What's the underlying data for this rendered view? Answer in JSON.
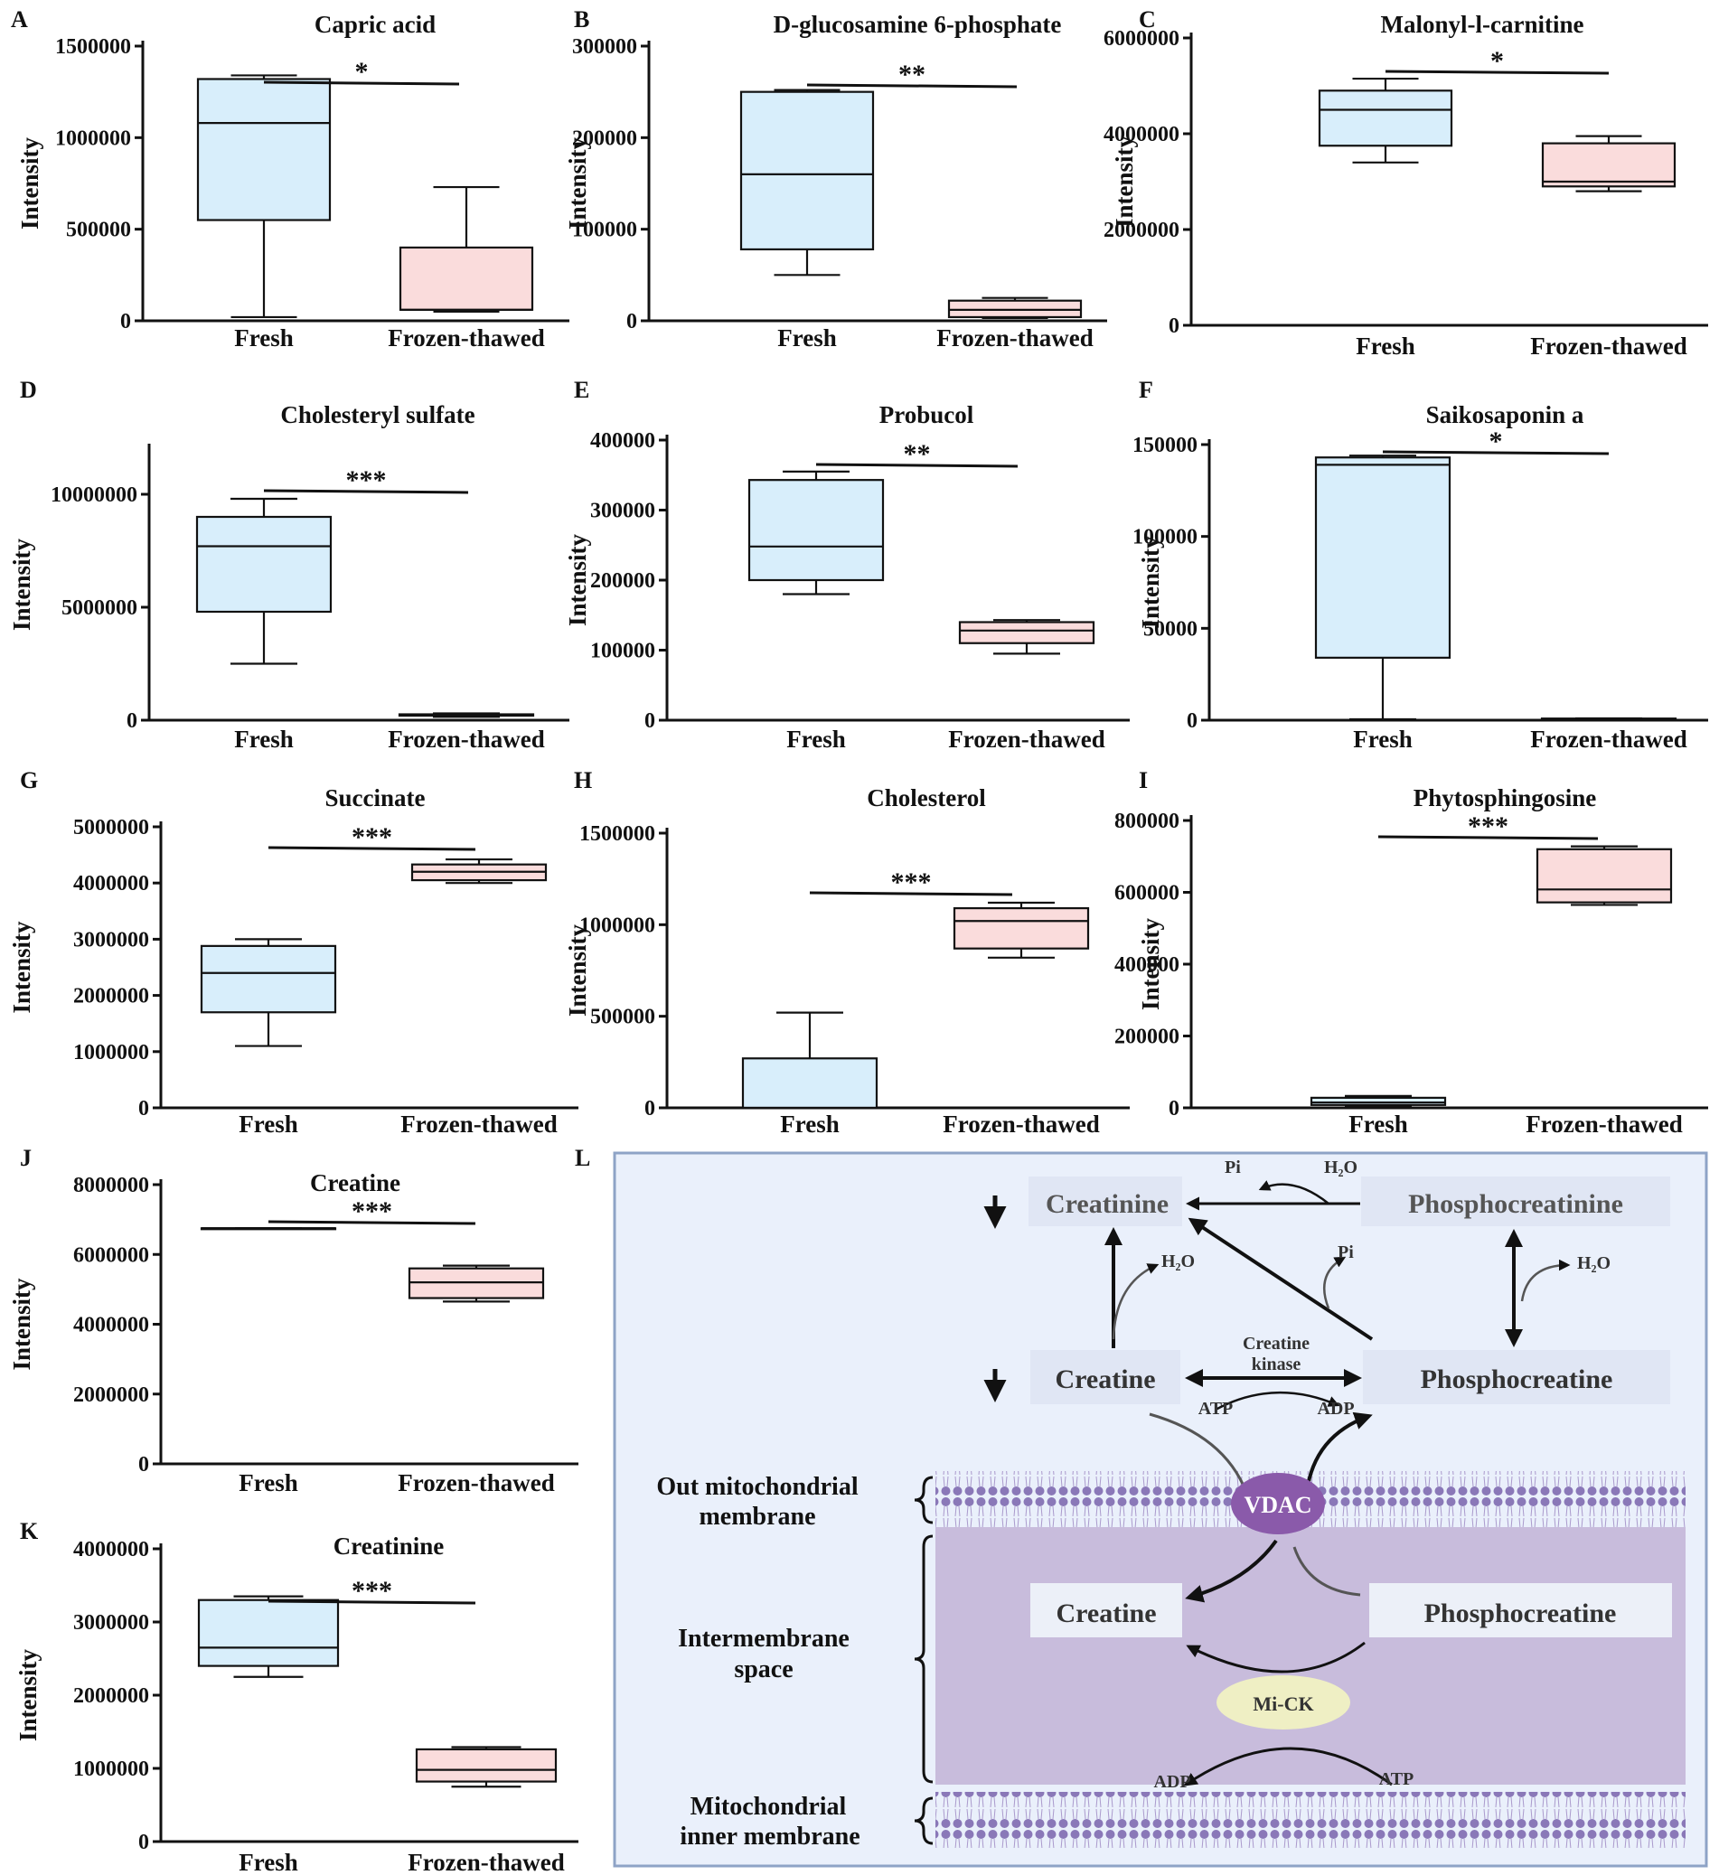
{
  "chart_data": [
    {
      "label": "A",
      "type": "box",
      "title": "Capric acid",
      "ylabel": "Intensity",
      "ylim": [
        0,
        1500000
      ],
      "yticks": [
        0,
        500000,
        1000000,
        1500000
      ],
      "categories": [
        "Fresh",
        "Frozen-thawed"
      ],
      "significance": "*",
      "boxes": [
        {
          "category": "Fresh",
          "min": 20000,
          "q1": 550000,
          "median": 1080000,
          "q3": 1320000,
          "max": 1340000,
          "color": "#d8eefb"
        },
        {
          "category": "Frozen-thawed",
          "min": 50000,
          "q1": 60000,
          "median": 60000,
          "q3": 400000,
          "max": 730000,
          "color": "#fadcdc"
        }
      ]
    },
    {
      "label": "B",
      "type": "box",
      "title": "D-glucosamine 6-phosphate",
      "ylabel": "Intensity",
      "ylim": [
        0,
        300000
      ],
      "yticks": [
        0,
        100000,
        200000,
        300000
      ],
      "categories": [
        "Fresh",
        "Frozen-thawed"
      ],
      "significance": "**",
      "boxes": [
        {
          "category": "Fresh",
          "min": 50000,
          "q1": 78000,
          "median": 160000,
          "q3": 250000,
          "max": 252000,
          "color": "#d8eefb"
        },
        {
          "category": "Frozen-thawed",
          "min": 3000,
          "q1": 4000,
          "median": 12000,
          "q3": 22000,
          "max": 25000,
          "color": "#fadcdc"
        }
      ]
    },
    {
      "label": "C",
      "type": "box",
      "title": "Malonyl-l-carnitine",
      "ylabel": "Intensity",
      "ylim": [
        0,
        6000000
      ],
      "yticks": [
        0,
        2000000,
        4000000,
        6000000
      ],
      "categories": [
        "Fresh",
        "Frozen-thawed"
      ],
      "significance": "*",
      "boxes": [
        {
          "category": "Fresh",
          "min": 3400000,
          "q1": 3750000,
          "median": 4500000,
          "q3": 4900000,
          "max": 5150000,
          "color": "#d8eefb"
        },
        {
          "category": "Frozen-thawed",
          "min": 2800000,
          "q1": 2900000,
          "median": 3000000,
          "q3": 3800000,
          "max": 3950000,
          "color": "#fadcdc"
        }
      ]
    },
    {
      "label": "D",
      "type": "box",
      "title": "Cholesteryl sulfate",
      "ylabel": "Intensity",
      "ylim": [
        0,
        12000000
      ],
      "yticks": [
        0,
        5000000,
        10000000
      ],
      "categories": [
        "Fresh",
        "Frozen-thawed"
      ],
      "significance": "***",
      "boxes": [
        {
          "category": "Fresh",
          "min": 2500000,
          "q1": 4800000,
          "median": 7700000,
          "q3": 9000000,
          "max": 9800000,
          "color": "#d8eefb"
        },
        {
          "category": "Frozen-thawed",
          "min": 150000,
          "q1": 200000,
          "median": 230000,
          "q3": 260000,
          "max": 300000,
          "color": "#fadcdc"
        }
      ]
    },
    {
      "label": "E",
      "type": "box",
      "title": "Probucol",
      "ylabel": "Intensity",
      "ylim": [
        0,
        400000
      ],
      "yticks": [
        0,
        100000,
        200000,
        300000,
        400000
      ],
      "categories": [
        "Fresh",
        "Frozen-thawed"
      ],
      "significance": "**",
      "boxes": [
        {
          "category": "Fresh",
          "min": 180000,
          "q1": 200000,
          "median": 248000,
          "q3": 343000,
          "max": 355000,
          "color": "#d8eefb"
        },
        {
          "category": "Frozen-thawed",
          "min": 95000,
          "q1": 110000,
          "median": 128000,
          "q3": 140000,
          "max": 143000,
          "color": "#fadcdc"
        }
      ]
    },
    {
      "label": "F",
      "type": "box",
      "title": "Saikosaponin a",
      "ylabel": "Intensity",
      "ylim": [
        0,
        150000
      ],
      "yticks": [
        0,
        50000,
        100000,
        150000
      ],
      "categories": [
        "Fresh",
        "Frozen-thawed"
      ],
      "significance": "*",
      "boxes": [
        {
          "category": "Fresh",
          "min": 500,
          "q1": 34000,
          "median": 139000,
          "q3": 143000,
          "max": 144000,
          "color": "#d8eefb"
        },
        {
          "category": "Frozen-thawed",
          "min": 300,
          "q1": 500,
          "median": 700,
          "q3": 900,
          "max": 1000,
          "color": "#fadcdc"
        }
      ]
    },
    {
      "label": "G",
      "type": "box",
      "title": "Succinate",
      "ylabel": "Intensity",
      "ylim": [
        0,
        5000000
      ],
      "yticks": [
        0,
        1000000,
        2000000,
        3000000,
        4000000,
        5000000
      ],
      "categories": [
        "Fresh",
        "Frozen-thawed"
      ],
      "significance": "***",
      "boxes": [
        {
          "category": "Fresh",
          "min": 1100000,
          "q1": 1700000,
          "median": 2400000,
          "q3": 2880000,
          "max": 3000000,
          "color": "#d8eefb"
        },
        {
          "category": "Frozen-thawed",
          "min": 4000000,
          "q1": 4050000,
          "median": 4200000,
          "q3": 4330000,
          "max": 4420000,
          "color": "#fadcdc"
        }
      ]
    },
    {
      "label": "H",
      "type": "box",
      "title": "Cholesterol",
      "ylabel": "Intensity",
      "ylim": [
        0,
        1500000
      ],
      "yticks": [
        0,
        500000,
        1000000,
        1500000
      ],
      "categories": [
        "Fresh",
        "Frozen-thawed"
      ],
      "significance": "***",
      "boxes": [
        {
          "category": "Fresh",
          "min": 0,
          "q1": 0,
          "median": 0,
          "q3": 270000,
          "max": 520000,
          "color": "#d8eefb"
        },
        {
          "category": "Frozen-thawed",
          "min": 820000,
          "q1": 870000,
          "median": 1020000,
          "q3": 1090000,
          "max": 1120000,
          "color": "#fadcdc"
        }
      ]
    },
    {
      "label": "I",
      "type": "box",
      "title": "Phytosphingosine",
      "ylabel": "Intensity",
      "ylim": [
        0,
        800000
      ],
      "yticks": [
        0,
        200000,
        400000,
        600000,
        800000
      ],
      "categories": [
        "Fresh",
        "Frozen-thawed"
      ],
      "significance": "***",
      "boxes": [
        {
          "category": "Fresh",
          "min": 5000,
          "q1": 8000,
          "median": 15000,
          "q3": 28000,
          "max": 33000,
          "color": "#d8eefb"
        },
        {
          "category": "Frozen-thawed",
          "min": 565000,
          "q1": 572000,
          "median": 608000,
          "q3": 720000,
          "max": 728000,
          "color": "#fadcdc"
        }
      ]
    },
    {
      "label": "J",
      "type": "box",
      "title": "Creatine",
      "ylabel": "Intensity",
      "ylim": [
        0,
        8000000
      ],
      "yticks": [
        0,
        2000000,
        4000000,
        6000000,
        8000000
      ],
      "categories": [
        "Fresh",
        "Frozen-thawed"
      ],
      "significance": "***",
      "boxes": [
        {
          "category": "Fresh",
          "min": 6750000,
          "q1": 6750000,
          "median": 6750000,
          "q3": 6750000,
          "max": 6750000,
          "color": "#d8eefb"
        },
        {
          "category": "Frozen-thawed",
          "min": 4650000,
          "q1": 4750000,
          "median": 5200000,
          "q3": 5600000,
          "max": 5680000,
          "color": "#fadcdc"
        }
      ]
    },
    {
      "label": "K",
      "type": "box",
      "title": "Creatinine",
      "ylabel": "Intensity",
      "ylim": [
        0,
        4000000
      ],
      "yticks": [
        0,
        1000000,
        2000000,
        3000000,
        4000000
      ],
      "categories": [
        "Fresh",
        "Frozen-thawed"
      ],
      "significance": "***",
      "boxes": [
        {
          "category": "Fresh",
          "min": 2250000,
          "q1": 2400000,
          "median": 2650000,
          "q3": 3300000,
          "max": 3350000,
          "color": "#d8eefb"
        },
        {
          "category": "Frozen-thawed",
          "min": 750000,
          "q1": 820000,
          "median": 980000,
          "q3": 1260000,
          "max": 1290000,
          "color": "#fadcdc"
        }
      ]
    }
  ],
  "pathway": {
    "label": "L",
    "creatinine": "Creatinine",
    "phosphocreatinine": "Phosphocreatinine",
    "creatine_top": "Creatine",
    "phosphocreatine_top": "Phosphocreatine",
    "creatine_inner": "Creatine",
    "phosphocreatine_inner": "Phosphocreatine",
    "pi": "Pi",
    "h2o": "H₂O",
    "kinase_1": "Creatine",
    "kinase_2": "kinase",
    "atp": "ATP",
    "adp": "ADP",
    "vdac": "VDAC",
    "mick": "Mi-CK",
    "outer_membrane_1": "Out mitochondrial",
    "outer_membrane_2": "membrane",
    "intermembrane_1": "Intermembrane",
    "intermembrane_2": "space",
    "inner_membrane_1": "Mitochondrial",
    "inner_membrane_2": "inner membrane",
    "colors": {
      "panel_bg": "#eaf0fb",
      "panel_border": "#8ea3c6",
      "space": "#c8bcdc",
      "lipid": "#8a78b8",
      "vdac": "#8a5aaa",
      "mick": "#efefc4",
      "label_box": "#e0e6f4"
    }
  }
}
